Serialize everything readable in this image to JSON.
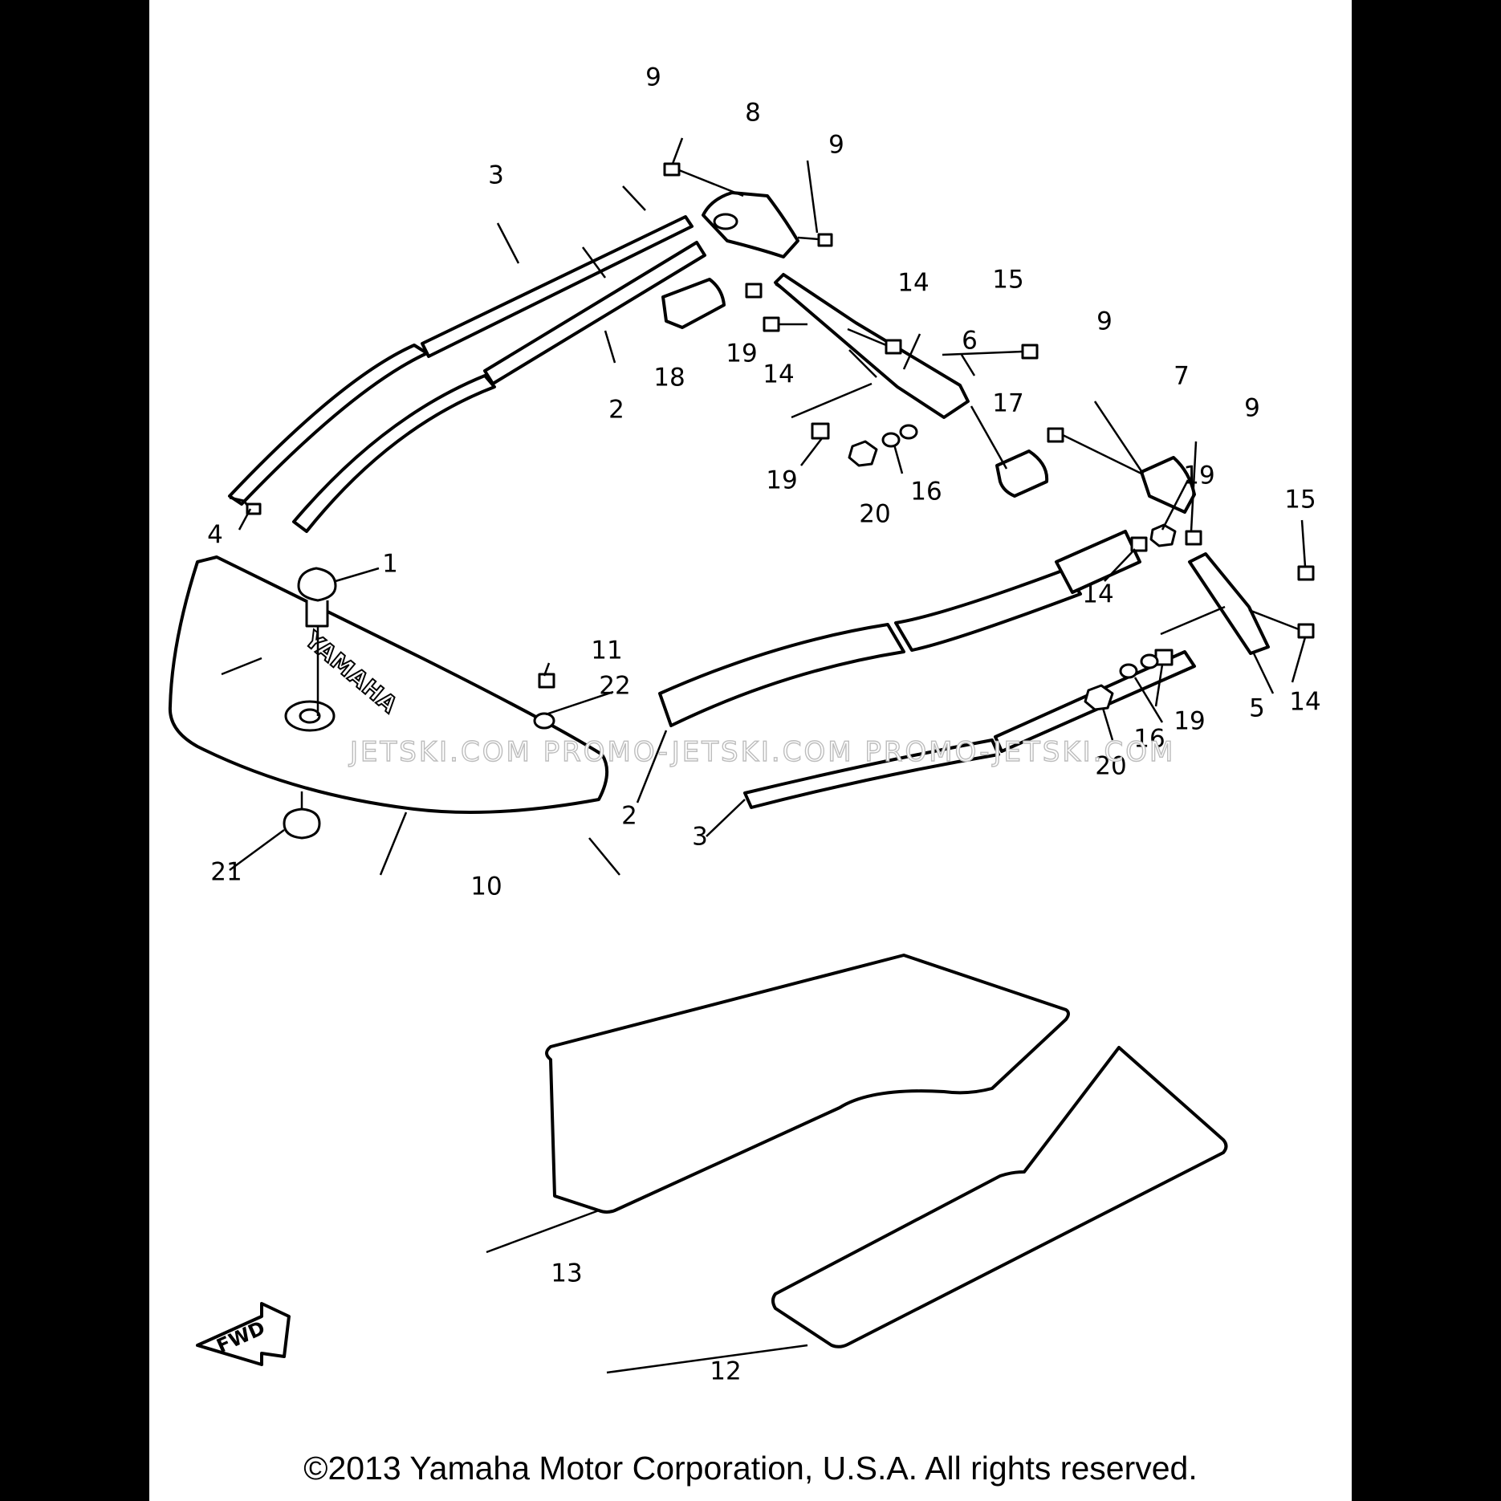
{
  "diagram": {
    "callouts": [
      "1",
      "2",
      "2",
      "3",
      "3",
      "4",
      "5",
      "6",
      "7",
      "8",
      "9",
      "9",
      "9",
      "9",
      "10",
      "11",
      "12",
      "13",
      "14",
      "14",
      "14",
      "14",
      "15",
      "15",
      "16",
      "16",
      "17",
      "18",
      "19",
      "19",
      "19",
      "19",
      "20",
      "20",
      "21",
      "22"
    ],
    "brand_text": "YAMAHA",
    "direction_label": "FWD",
    "watermark": "JETSKI.COM PROMO-JETSKI.COM PROMO-JETSKI.COM"
  },
  "footer": {
    "copyright": "©2013 Yamaha Motor Corporation, U.S.A. All rights reserved."
  }
}
